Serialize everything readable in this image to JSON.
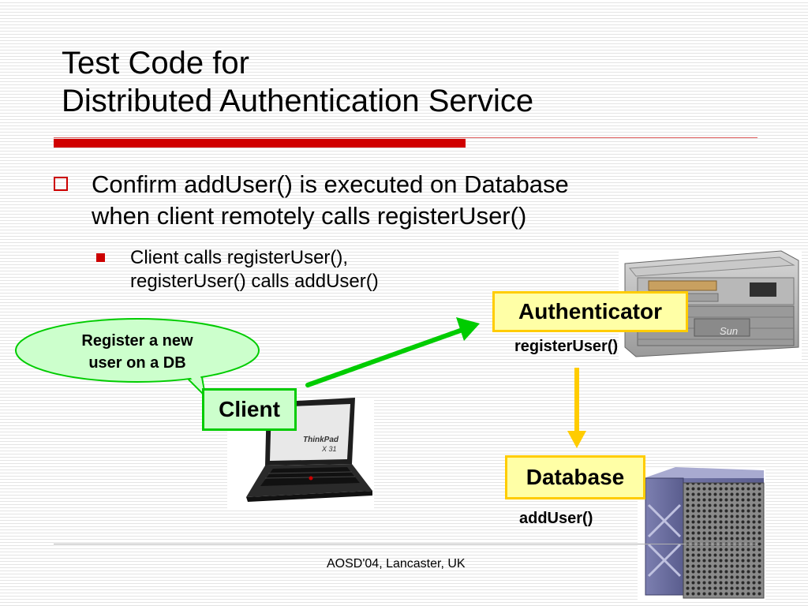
{
  "slide": {
    "title_line1": "Test Code for",
    "title_line2": "Distributed Authentication Service",
    "bullet1_line1": "Confirm addUser() is executed on Database",
    "bullet1_line2": "when client remotely calls registerUser()",
    "bullet2_line1": "Client calls registerUser(),",
    "bullet2_line2": "registerUser() calls addUser()",
    "footer": "AOSD'04, Lancaster, UK"
  },
  "diagram": {
    "callout_line1": "Register a new",
    "callout_line2": "user on a DB",
    "client_label": "Client",
    "authenticator_label": "Authenticator",
    "authenticator_method": "registerUser()",
    "database_label": "Database",
    "database_method": "addUser()",
    "laptop_brand": "ThinkPad",
    "laptop_model": "X 31",
    "server_brand": "Sun"
  },
  "colors": {
    "title_rule": "#d00000",
    "bullet": "#cc0000",
    "component_fill": "#ffffa6",
    "component_border": "#ffcc00",
    "client_fill": "#ccffcc",
    "client_border": "#00cc00",
    "arrow_client": "#00cc00",
    "arrow_call": "#ffcc00"
  }
}
